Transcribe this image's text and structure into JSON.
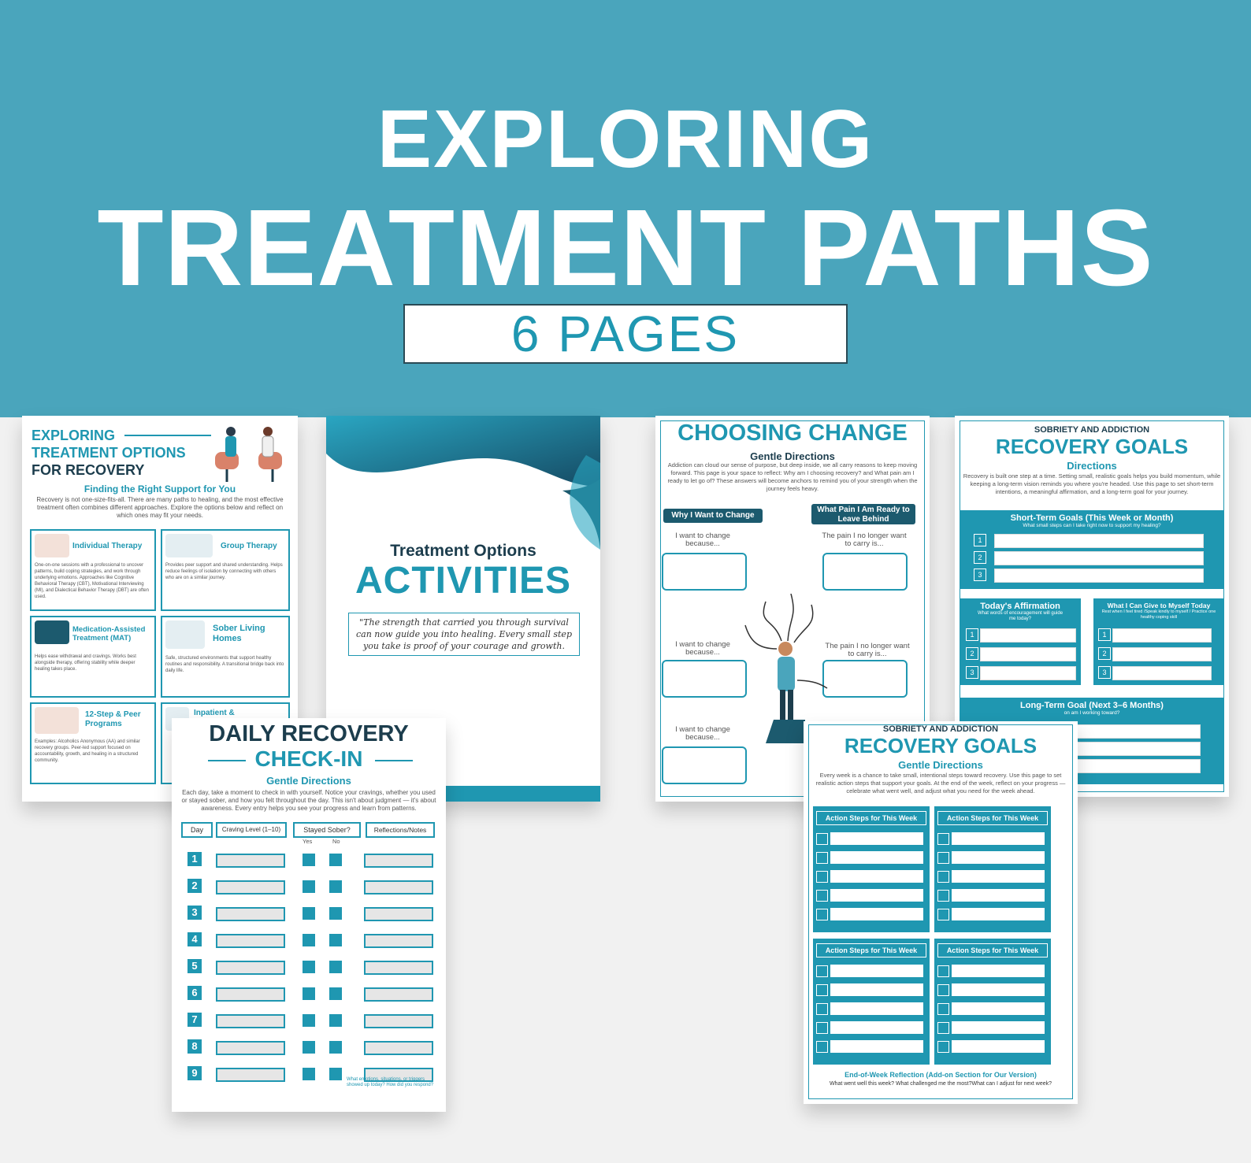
{
  "banner": {
    "title_line1": "EXPLORING",
    "title_line2": "TREATMENT PATHS",
    "pages_label": "6 PAGES"
  },
  "p1": {
    "title1": "EXPLORING",
    "title2": "TREATMENT OPTIONS",
    "title3": "FOR RECOVERY",
    "subtitle": "Finding the Right Support for You",
    "intro": "Recovery is not one-size-fits-all. There are many paths to healing, and the most effective treatment often combines different approaches. Explore the options below and reflect on which ones may fit your needs.",
    "cards": [
      {
        "title": "Individual Therapy",
        "body": "One-on-one sessions with a professional to uncover patterns, build coping strategies, and work through underlying emotions. Approaches like Cognitive Behavioral Therapy (CBT), Motivational Interviewing (MI), and Dialectical Behavior Therapy (DBT) are often used."
      },
      {
        "title": "Group Therapy",
        "body": "Provides peer support and shared understanding. Helps reduce feelings of isolation by connecting with others who are on a similar journey."
      },
      {
        "title": "Medication-Assisted Treatment (MAT)",
        "body": "Helps ease withdrawal and cravings. Works best alongside therapy, offering stability while deeper healing takes place."
      },
      {
        "title": "Sober Living Homes",
        "body": "Safe, structured environments that support healthy routines and responsibility. A transitional bridge back into daily life."
      },
      {
        "title": "12-Step & Peer Programs",
        "body": "Examples: Alcoholics Anonymous (AA) and similar recovery groups. Peer-led support focused on accountability, growth, and healing in a structured community."
      },
      {
        "title": "Inpatient &",
        "body": ""
      }
    ]
  },
  "p2": {
    "subtitle": "Treatment Options",
    "title": "ACTIVITIES",
    "quote": "\"The strength that carried you through survival can now guide you into healing. Every small step you take is proof of your courage and growth."
  },
  "p3": {
    "title": "CHOOSING CHANGE",
    "subtitle": "Gentle Directions",
    "intro": "Addiction can cloud our sense of purpose, but deep inside, we all carry reasons to keep moving forward. This page is your space to reflect: Why am I choosing recovery? and What pain am I ready to let go of? These answers will become anchors to remind you of your strength when the journey feels heavy.",
    "left_header": "Why I Want to Change",
    "right_header": "What Pain I Am Ready to Leave Behind",
    "left_prompts": [
      "I want to change because...",
      "I want to change because...",
      "I want to change because..."
    ],
    "right_prompts": [
      "The pain I no longer want to carry is...",
      "The pain I no longer want to carry is..."
    ]
  },
  "p4": {
    "kicker": "SOBRIETY AND ADDICTION",
    "title": "RECOVERY GOALS",
    "subtitle": "Directions",
    "intro": "Recovery is built one step at a time. Setting small, realistic goals helps you build momentum, while keeping a long-term vision reminds you where you're headed. Use this page to set short-term intentions, a meaningful affirmation, and a long-term goal for your journey.",
    "short_title": "Short-Term Goals (This Week or Month)",
    "short_sub": "What small steps can I take right now to support my healing?",
    "aff_title": "Today's Affirmation",
    "aff_sub": "What words of encouragement will guide me today?",
    "give_title": "What I Can Give to Myself Today",
    "give_sub": "Rest when I feel tired /Speak kindly to myself / Practice one healthy coping skill",
    "long_title": "Long-Term Goal (Next 3–6 Months)",
    "long_sub": "on am I working toward?",
    "nums": [
      "1",
      "2",
      "3"
    ]
  },
  "p5": {
    "title": "DAILY RECOVERY",
    "title2": "CHECK-IN",
    "subtitle": "Gentle Directions",
    "intro": "Each day, take a moment to check in with yourself. Notice your cravings, whether you used or stayed sober, and how you felt throughout the day. This isn't about judgment — it's about awareness. Every entry helps you see your progress and learn from patterns.",
    "headers": [
      "Day",
      "Craving Level (1–10)",
      "Stayed Sober?",
      "Reflections/Notes"
    ],
    "yes": "Yes",
    "no": "No",
    "days": [
      "1",
      "2",
      "3",
      "4",
      "5",
      "6",
      "7",
      "8",
      "9"
    ],
    "footer": "What emotions, situations, or triggers showed up today? How did you respond?"
  },
  "p6": {
    "kicker": "SOBRIETY AND ADDICTION",
    "title": "RECOVERY GOALS",
    "subtitle": "Gentle Directions",
    "intro": "Every week is a chance to take small, intentional steps toward recovery. Use this page to set realistic action steps that support your goals. At the end of the week, reflect on your progress — celebrate what went well, and adjust what you need for the week ahead.",
    "panel_titles": [
      "Action Steps for This Week",
      "Action Steps for This Week",
      "Action Steps for This Week",
      "Action Steps for This Week"
    ],
    "footer_title": "End-of-Week Reflection (Add-on Section for Our Version)",
    "footer_sub": "What went well this week? What challenged me the most?What can I adjust for next week?"
  },
  "colors": {
    "banner": "#4aa5bc",
    "teal": "#1f97b1",
    "navy": "#1c3d4d",
    "background": "#f1f1f1"
  }
}
